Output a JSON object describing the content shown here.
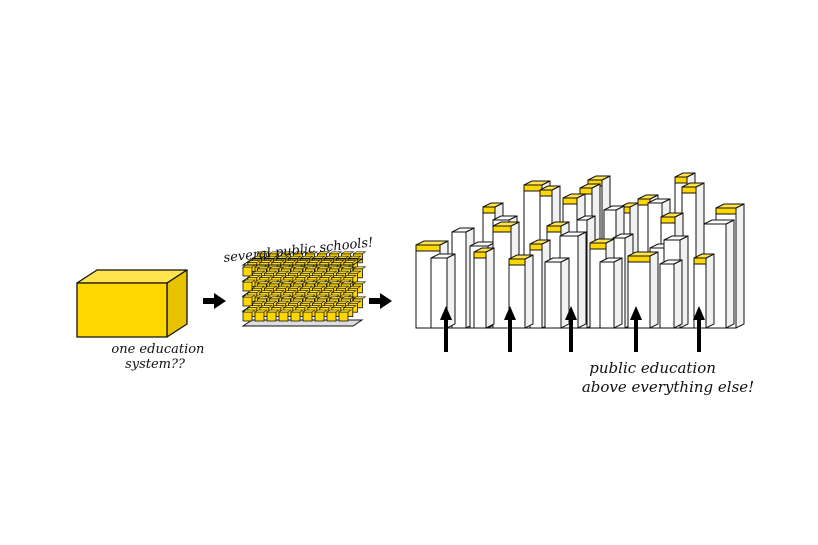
{
  "labels": {
    "single_system": [
      "one education",
      "system??"
    ],
    "several_schools": "several public schools!",
    "public_education": [
      "public education",
      "above everything else!"
    ]
  },
  "colors": {
    "accent_yellow": "#ffd700",
    "outline": "#111111",
    "tower_face": "#ffffff",
    "tower_side": "#f1f1f1",
    "arrow": "#000000"
  },
  "icons": {
    "flow_arrow": "right-arrow-icon",
    "rise_arrow": "up-arrow-icon"
  }
}
